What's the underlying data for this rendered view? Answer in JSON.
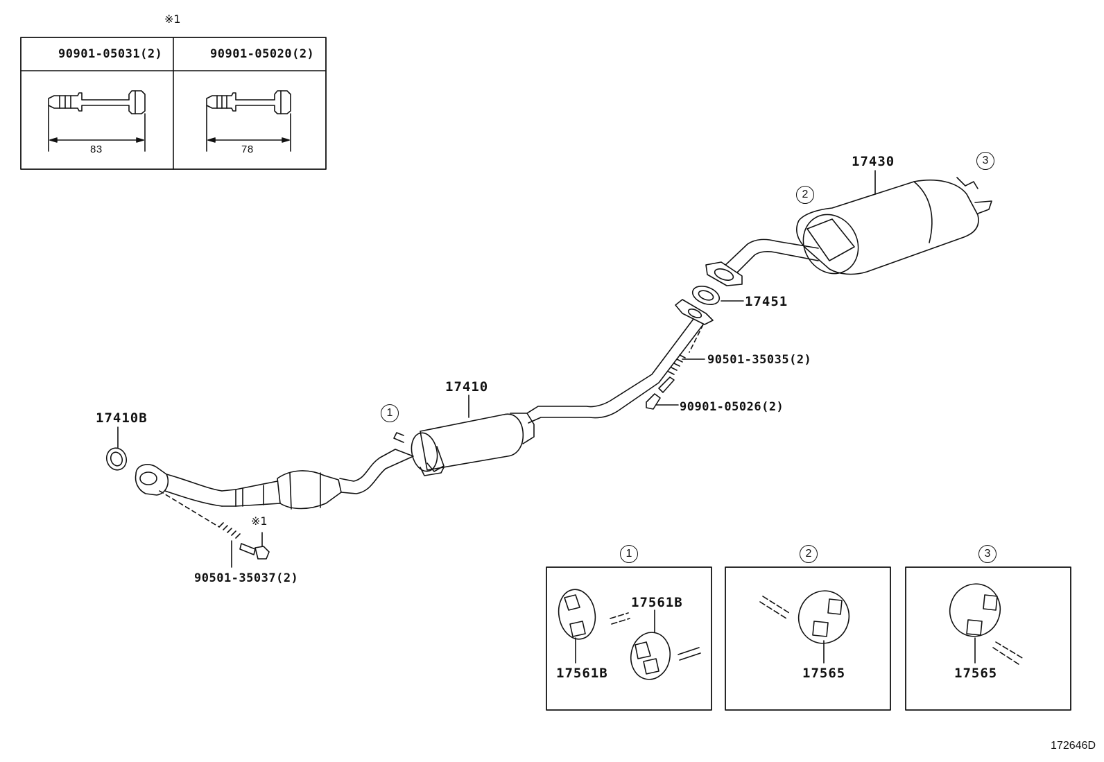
{
  "inset_bolts": {
    "note_mark": "※1",
    "left": {
      "part": "90901-05031(2)",
      "length": "83"
    },
    "right": {
      "part": "90901-05020(2)",
      "length": "78"
    }
  },
  "parts": {
    "muffler": "17430",
    "gasket": "17451",
    "spring": "90501-35035(2)",
    "bolt": "90901-05026(2)",
    "center_pipe": "17410",
    "ring": "17410B",
    "front_spring": "90501-35037(2)",
    "front_bolt_mark": "※1"
  },
  "callouts": {
    "c1": "1",
    "c2": "2",
    "c3": "3"
  },
  "detail_boxes": [
    {
      "number": "1",
      "labels": [
        "17561B",
        "17561B"
      ]
    },
    {
      "number": "2",
      "labels": [
        "17565"
      ]
    },
    {
      "number": "3",
      "labels": [
        "17565"
      ]
    }
  ],
  "figure_ref": "172646D"
}
